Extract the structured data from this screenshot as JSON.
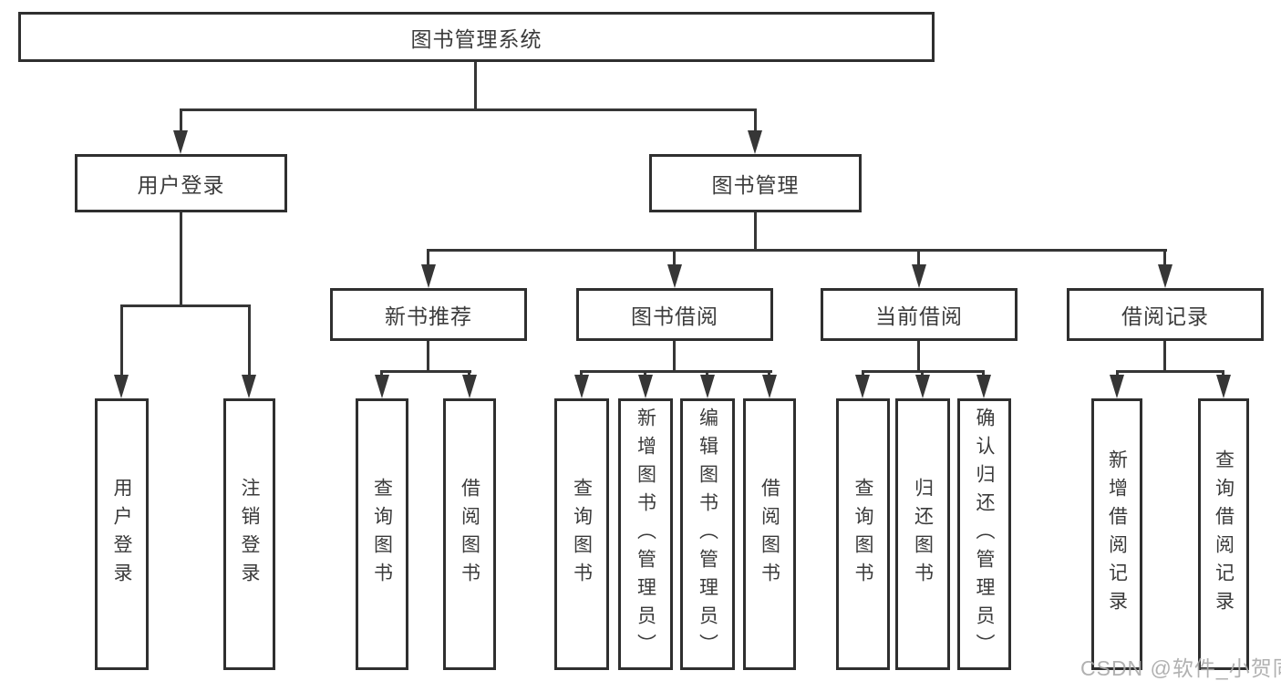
{
  "colors": {
    "line": "#363636",
    "box_border": "#2f2f2f",
    "text": "#3b3b3b",
    "background": "#ffffff",
    "watermark": "#a8a8a8"
  },
  "watermark": {
    "text": "CSDN @软件_小贺同学"
  },
  "tree": {
    "label": "图书管理系统",
    "children": [
      {
        "label": "用户登录",
        "children": [
          {
            "label": "用户登录"
          },
          {
            "label": "注销登录"
          }
        ]
      },
      {
        "label": "图书管理",
        "children": [
          {
            "label": "新书推荐",
            "children": [
              {
                "label": "查询图书"
              },
              {
                "label": "借阅图书"
              }
            ]
          },
          {
            "label": "图书借阅",
            "children": [
              {
                "label": "查询图书"
              },
              {
                "label": "新增图书（管理员）"
              },
              {
                "label": "编辑图书（管理员）"
              },
              {
                "label": "借阅图书"
              }
            ]
          },
          {
            "label": "当前借阅",
            "children": [
              {
                "label": "查询图书"
              },
              {
                "label": "归还图书"
              },
              {
                "label": "确认归还（管理员）"
              }
            ]
          },
          {
            "label": "借阅记录",
            "children": [
              {
                "label": "新增借阅记录"
              },
              {
                "label": "查询借阅记录"
              }
            ]
          }
        ]
      }
    ]
  }
}
